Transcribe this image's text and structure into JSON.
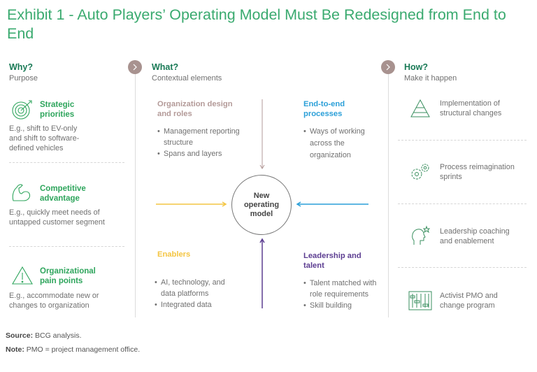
{
  "title": "Exhibit 1 - Auto Players’ Operating Model Must Be Redesigned from End to End",
  "why": {
    "heading": "Why?",
    "sub": "Purpose",
    "items": [
      {
        "icon": "target-icon",
        "title": "Strategic priorities",
        "text": "E.g., shift to EV-only and shift to software-defined vehicles"
      },
      {
        "icon": "flexed-arm-icon",
        "title": "Competitive advantage",
        "text": "E.g., quickly meet needs of untapped customer segment"
      },
      {
        "icon": "warning-triangle-icon",
        "title": "Organizational pain points",
        "text": "E.g., accommodate new or changes to organization"
      }
    ]
  },
  "what": {
    "heading": "What?",
    "sub": "Contextual elements",
    "center": "New operating model",
    "blocks": {
      "org": {
        "title": "Organization design and roles",
        "bullets": [
          "Management reporting structure",
          "Spans and layers"
        ],
        "color": "#b39a98"
      },
      "e2e": {
        "title": "End-to-end processes",
        "bullets": [
          "Ways of working across the organization"
        ],
        "color": "#2a9fd8"
      },
      "enablers": {
        "title": "Enablers",
        "bullets": [
          "AI, technology, and data platforms",
          "Integrated data"
        ],
        "color": "#f4c542"
      },
      "lead": {
        "title": "Leadership and talent",
        "bullets": [
          "Talent matched with role requirements",
          "Skill building"
        ],
        "color": "#5c3d91"
      }
    }
  },
  "how": {
    "heading": "How?",
    "sub": "Make it happen",
    "items": [
      {
        "icon": "pyramid-icon",
        "text": "Implementation of structural changes"
      },
      {
        "icon": "gears-icon",
        "text": "Process reimagination sprints"
      },
      {
        "icon": "coach-icon",
        "text": "Leadership coaching and enablement"
      },
      {
        "icon": "control-board-icon",
        "text": "Activist PMO and change program"
      }
    ]
  },
  "footer": {
    "source_label": "Source:",
    "source": " BCG analysis.",
    "note_label": "Note:",
    "note": " PMO = project management office."
  },
  "colors": {
    "green": "#2ea55c",
    "dark_green": "#197a56",
    "chevron": "#a8928f"
  }
}
